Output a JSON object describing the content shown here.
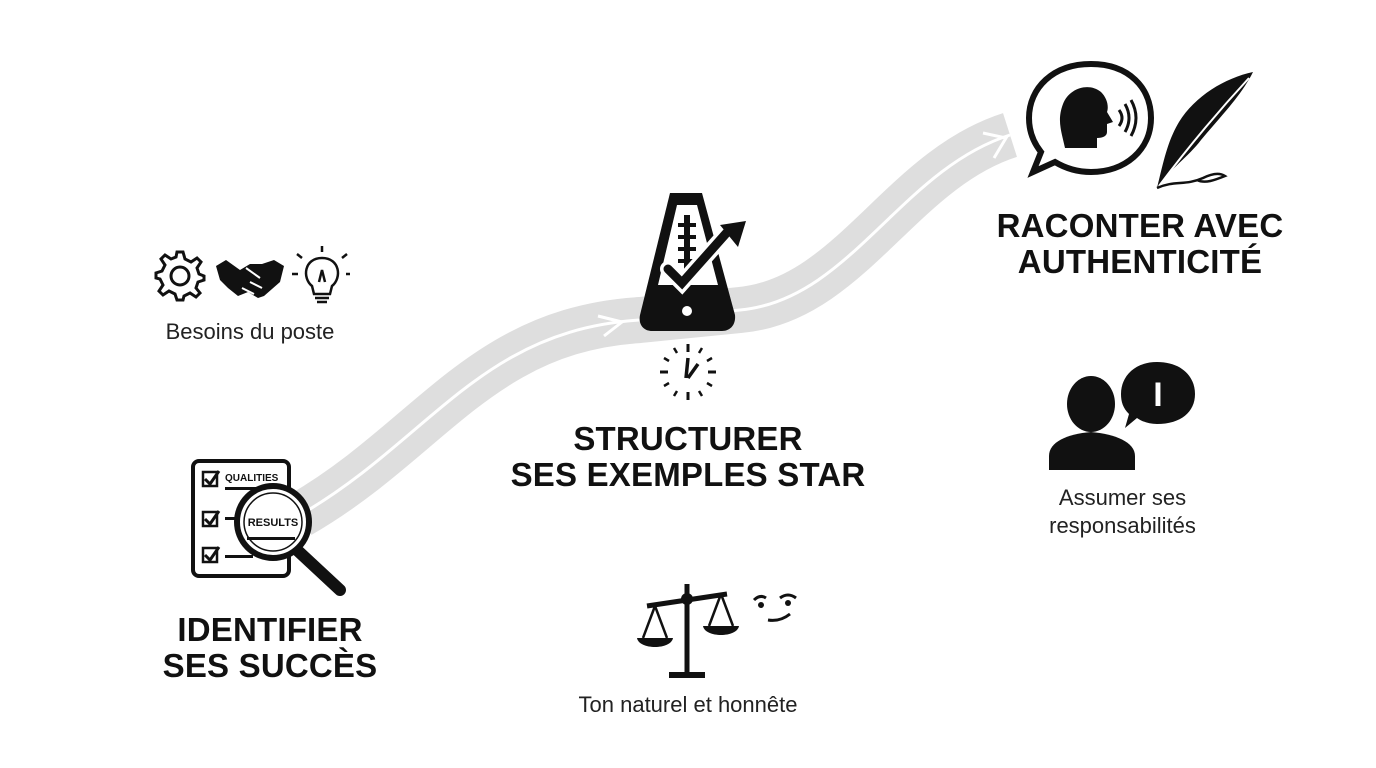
{
  "steps": [
    {
      "title": "IDENTIFIER\nSES SUCCÈS"
    },
    {
      "title": "STRUCTURER\nSES EXEMPLES STAR"
    },
    {
      "title": "RACONTER AVEC\nAUTHENTICITÉ"
    }
  ],
  "annotations": {
    "besoins": "Besoins du poste",
    "ton": "Ton naturel et honnête",
    "assumer": "Assumer ses\nresponsabilités"
  },
  "icon_labels": {
    "qualities": "QUALITIES",
    "results": "RESULTS",
    "speech_letter": "I"
  },
  "icons": [
    "gear-icon",
    "handshake-icon",
    "lightbulb-icon",
    "checklist-icon",
    "magnifier-icon",
    "metronome-icon",
    "clock-icon",
    "scales-icon",
    "smirk-face-icon",
    "speaking-head-icon",
    "quill-icon",
    "person-speech-icon"
  ],
  "colors": {
    "path": "#dedede",
    "ink": "#111111",
    "background": "#ffffff"
  }
}
